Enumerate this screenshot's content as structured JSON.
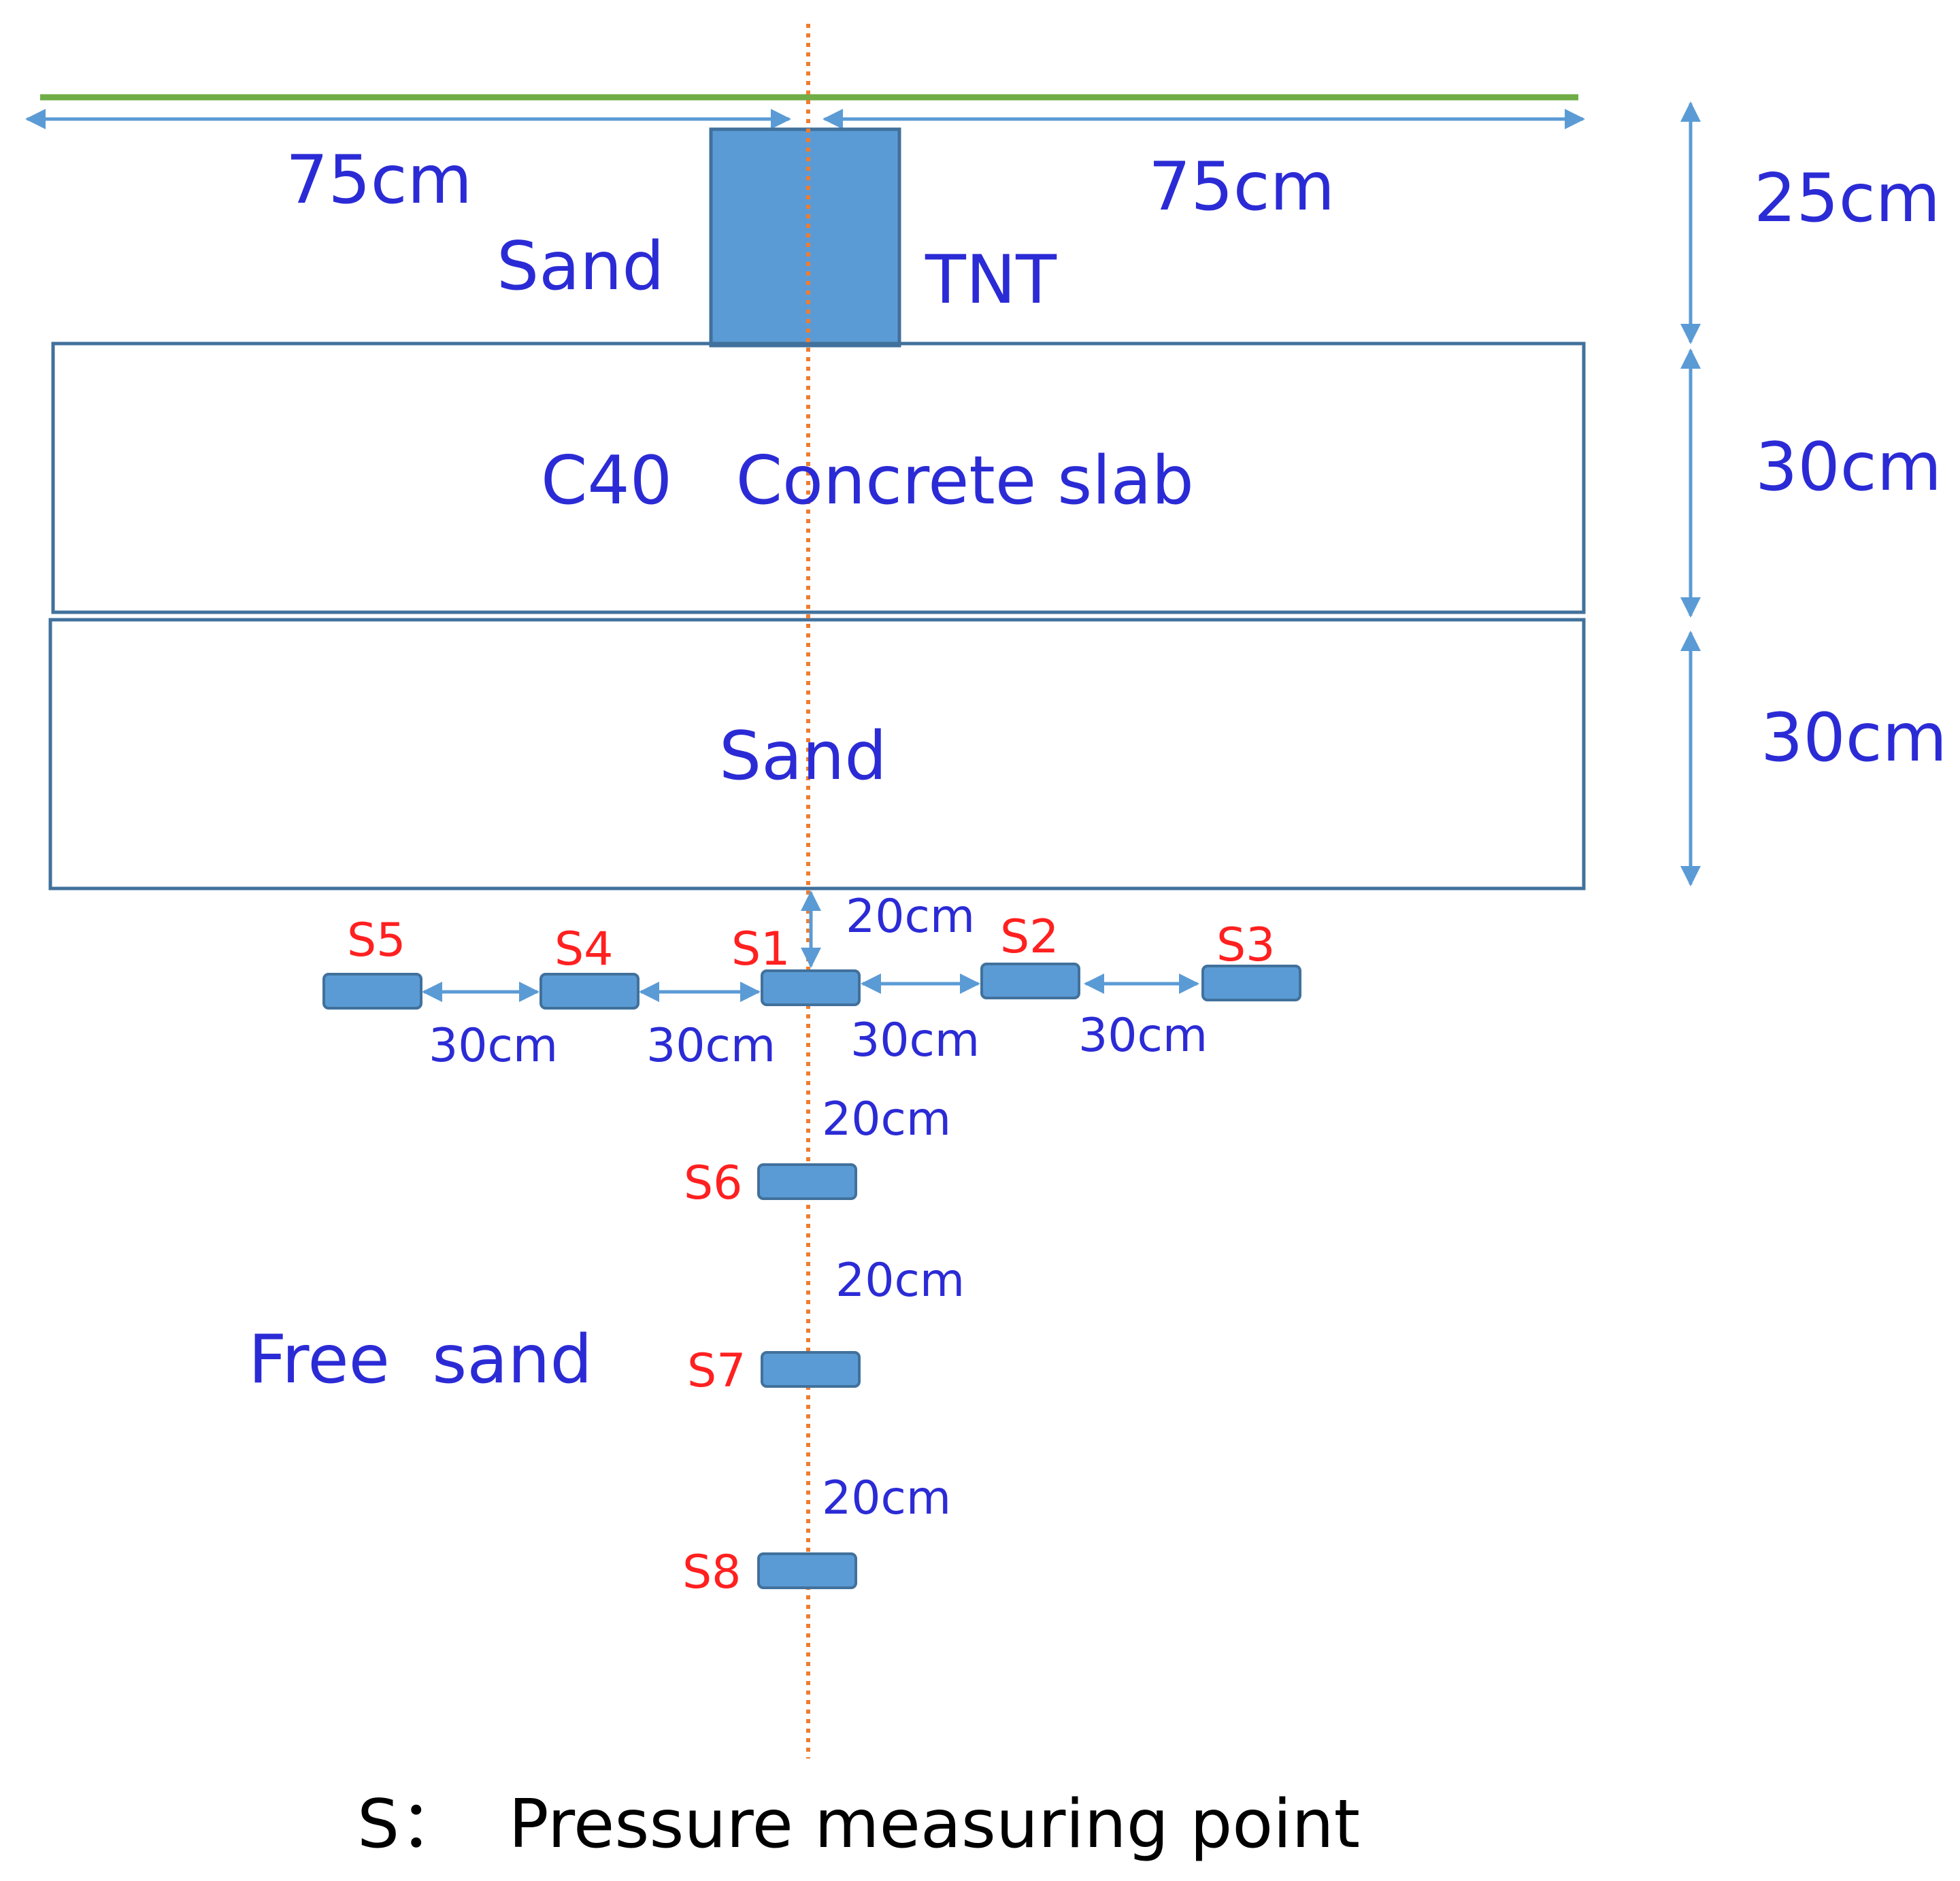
{
  "colors": {
    "ground_line": "#70ad47",
    "axis_line": "#ed7d31",
    "dimension_arrow": "#5b9bd5",
    "box_fill": "#5b9bd5",
    "box_stroke": "#41719c",
    "layer_stroke": "#41719c",
    "label_text": "#2b2bd6",
    "sensor_label": "#ff2020"
  },
  "labels": {
    "left_width": "75cm",
    "right_width": "75cm",
    "sand_top": "Sand",
    "tnt": "TNT",
    "depth_top": "25cm",
    "slab": "C40   Concrete slab",
    "slab_thickness": "30cm",
    "sand_layer": "Sand",
    "sand_layer_thickness": "30cm",
    "free_sand": "Free  sand",
    "legend": "S：  Pressure measuring point"
  },
  "sensors": {
    "s1": "S1",
    "s2": "S2",
    "s3": "S3",
    "s4": "S4",
    "s5": "S5",
    "s6": "S6",
    "s7": "S7",
    "s8": "S8"
  },
  "spacings": {
    "top_gap": "20cm",
    "s5_s4": "30cm",
    "s4_s1": "30cm",
    "s1_s2": "30cm",
    "s2_s3": "30cm",
    "s1_s6": "20cm",
    "s6_s7": "20cm",
    "s7_s8": "20cm"
  }
}
